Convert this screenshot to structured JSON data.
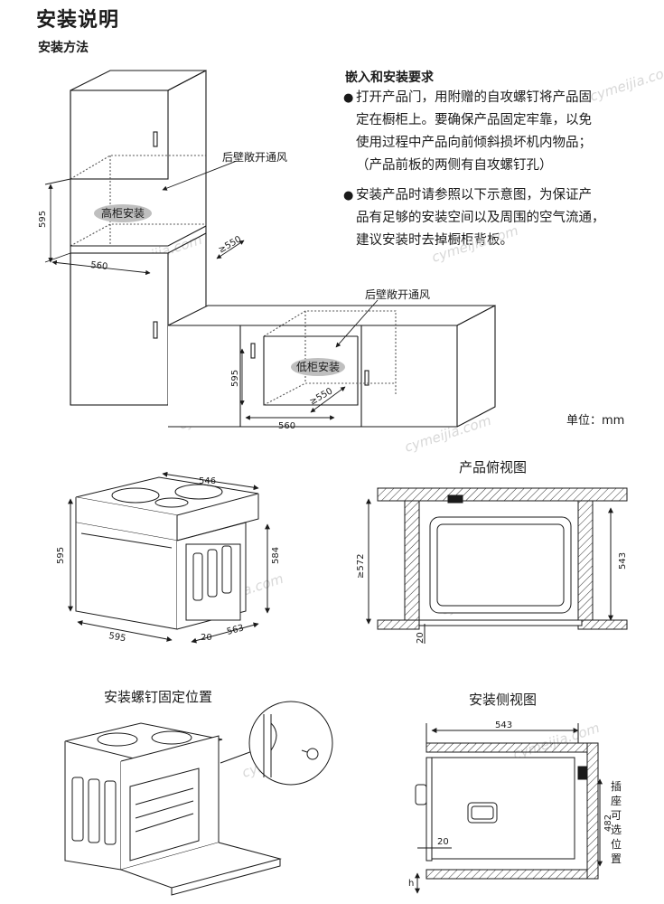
{
  "title": "安装说明",
  "subtitle": "安装方法",
  "requirements": {
    "heading": "嵌入和安装要求",
    "bullet1": [
      "打开产品门，用附赠的自攻螺钉将产品固",
      "定在橱柜上。要确保产品固定牢靠，以免",
      "使用过程中产品向前倾斜损坏机内物品；",
      "（产品前板的两侧有自攻螺钉孔）"
    ],
    "bullet2": [
      "安装产品时请参照以下示意图，为保证产",
      "品有足够的安装空间以及周围的空气流通，",
      "建议安装时去掉橱柜背板。"
    ]
  },
  "unit": "单位：mm",
  "watermark": "cymeijia.com",
  "cabinet_diagram": {
    "vent_label": "后壁敞开通风",
    "high_label": "高柜安装",
    "low_label": "低柜安装",
    "dim_595": "595",
    "dim_560": "560",
    "dim_550": "≥550"
  },
  "product_diagram": {
    "dim_546": "546",
    "dim_595_h": "595",
    "dim_584": "584",
    "dim_595_w": "595",
    "dim_20": "20",
    "dim_563": "563"
  },
  "top_view": {
    "caption": "产品俯视图",
    "dim_572": "≥572",
    "dim_543": "543",
    "dim_20": "20"
  },
  "screw_view": {
    "caption": "安装螺钉固定位置"
  },
  "side_view": {
    "caption": "安装侧视图",
    "dim_543": "543",
    "dim_20": "20",
    "dim_482": "482",
    "dim_h": "h",
    "socket_label": [
      "插",
      "座",
      "可",
      "选",
      "位",
      "置"
    ]
  }
}
